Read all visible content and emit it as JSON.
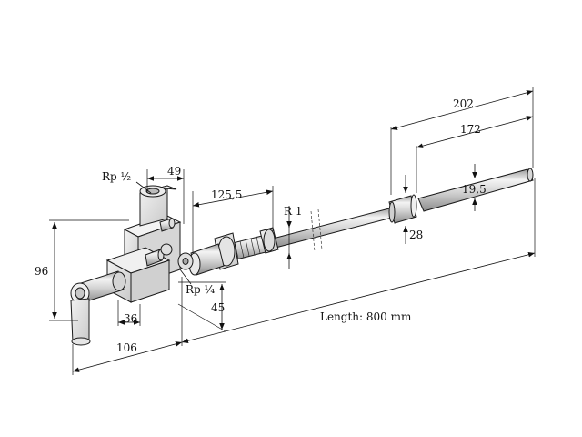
{
  "dimensions": {
    "d202": "202",
    "d172": "172",
    "d19_5": "19,5",
    "d28": "28",
    "d49": "49",
    "rp_half": "Rp ½",
    "d125_5": "125,5",
    "r1": "R 1",
    "d96": "96",
    "rp_quarter": "Rp ¼",
    "d45": "45",
    "d36": "36",
    "d106": "106",
    "length": "Length: 800 mm"
  },
  "colors": {
    "line": "#111111",
    "metal_light": "#e6e6e6",
    "metal_mid": "#bdbdbd",
    "metal_dark": "#8a8a8a"
  }
}
